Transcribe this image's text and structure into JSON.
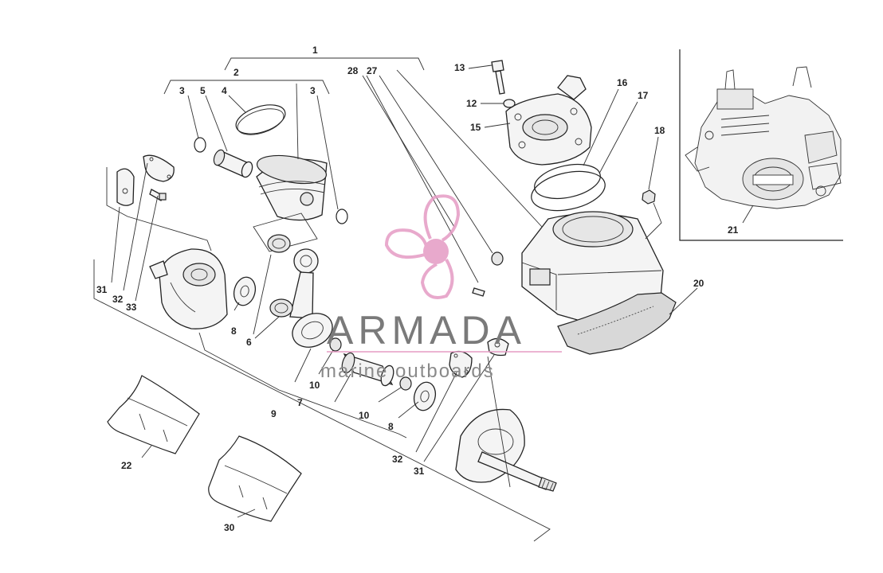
{
  "watermark": {
    "brand": "ARMADA",
    "tagline": "marine outboards",
    "logo_color": "#e59bc4",
    "text_color": "#7a7a7a"
  },
  "callouts": {
    "c1": "1",
    "c2": "2",
    "c3a": "3",
    "c3b": "3",
    "c4": "4",
    "c5": "5",
    "c6": "6",
    "c7": "7",
    "c8a": "8",
    "c8b": "8",
    "c9": "9",
    "c10a": "10",
    "c10b": "10",
    "c12": "12",
    "c13": "13",
    "c15": "15",
    "c16": "16",
    "c17": "17",
    "c18": "18",
    "c20": "20",
    "c21": "21",
    "c22": "22",
    "c27": "27",
    "c28": "28",
    "c30": "30",
    "c31a": "31",
    "c31b": "31",
    "c32a": "32",
    "c32b": "32",
    "c33": "33"
  }
}
